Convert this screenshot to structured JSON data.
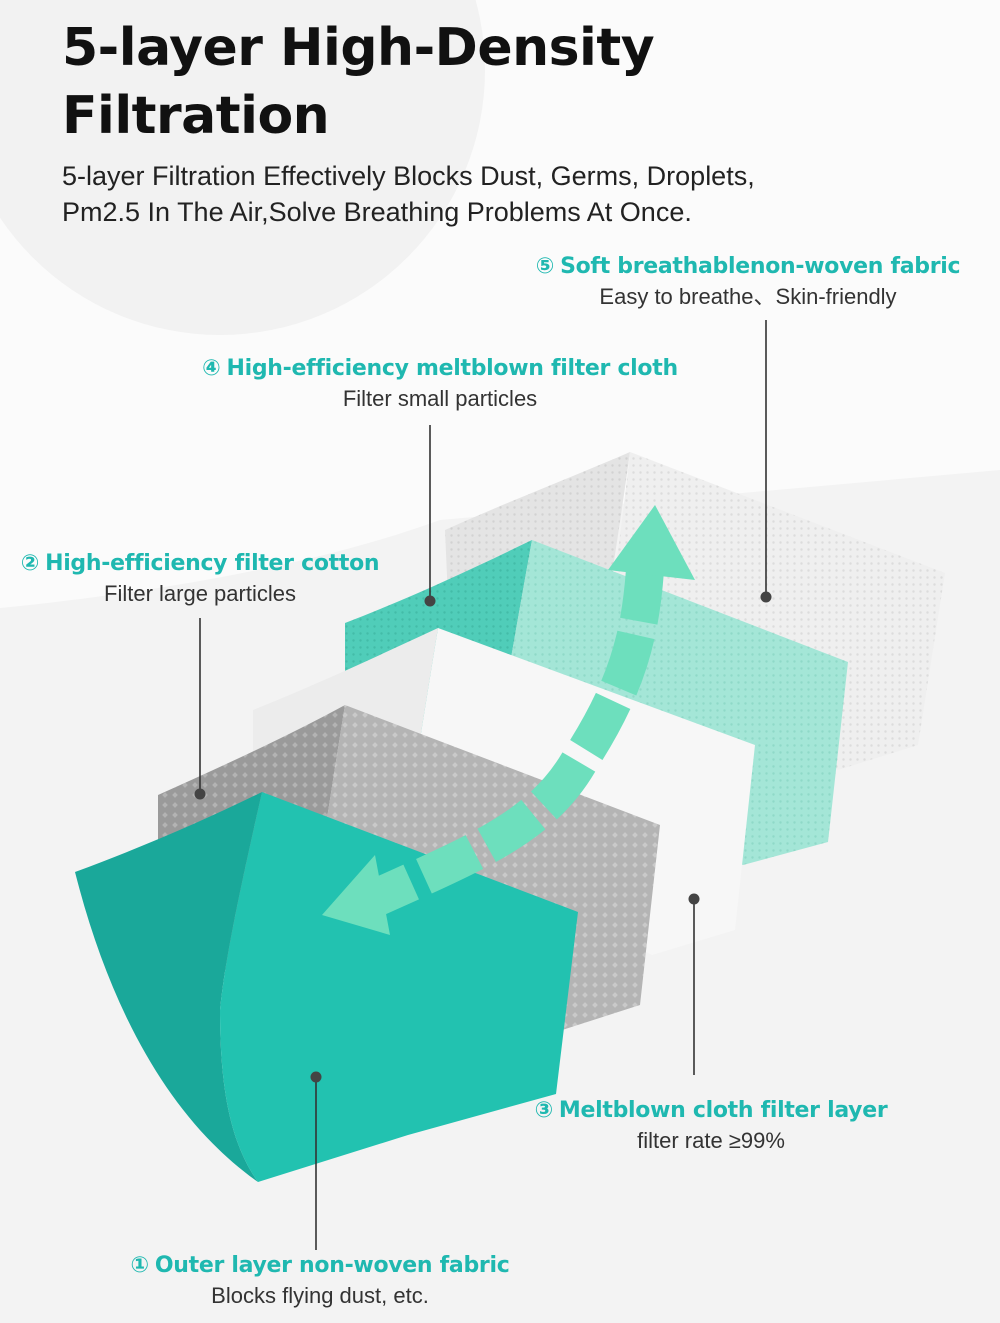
{
  "header": {
    "title_line1": "5-layer High-Density",
    "title_line2": "Filtration",
    "subtitle_line1": "5-layer Filtration Effectively Blocks Dust, Germs, Droplets,",
    "subtitle_line2": "Pm2.5 In The Air,Solve Breathing Problems At Once."
  },
  "colors": {
    "accent": "#1fb8b0",
    "outer_layer": "#21c1b0",
    "arrow": "#6ddfbd",
    "meltblown_gray": "#9c9c9c",
    "teal_layer": "#55cdbb"
  },
  "layers": [
    {
      "num": "①",
      "name": "Outer layer non-woven fabric",
      "desc": "Blocks flying dust, etc."
    },
    {
      "num": "②",
      "name": "High-efficiency filter cotton",
      "desc": "Filter large particles"
    },
    {
      "num": "③",
      "name": "Meltblown cloth filter layer",
      "desc": "filter rate ≥99%"
    },
    {
      "num": "④",
      "name": "High-efficiency meltblown filter cloth",
      "desc": "Filter small particles"
    },
    {
      "num": "⑤",
      "name": "Soft breathablenon-woven fabric",
      "desc": "Easy to breathe、Skin-friendly"
    }
  ]
}
